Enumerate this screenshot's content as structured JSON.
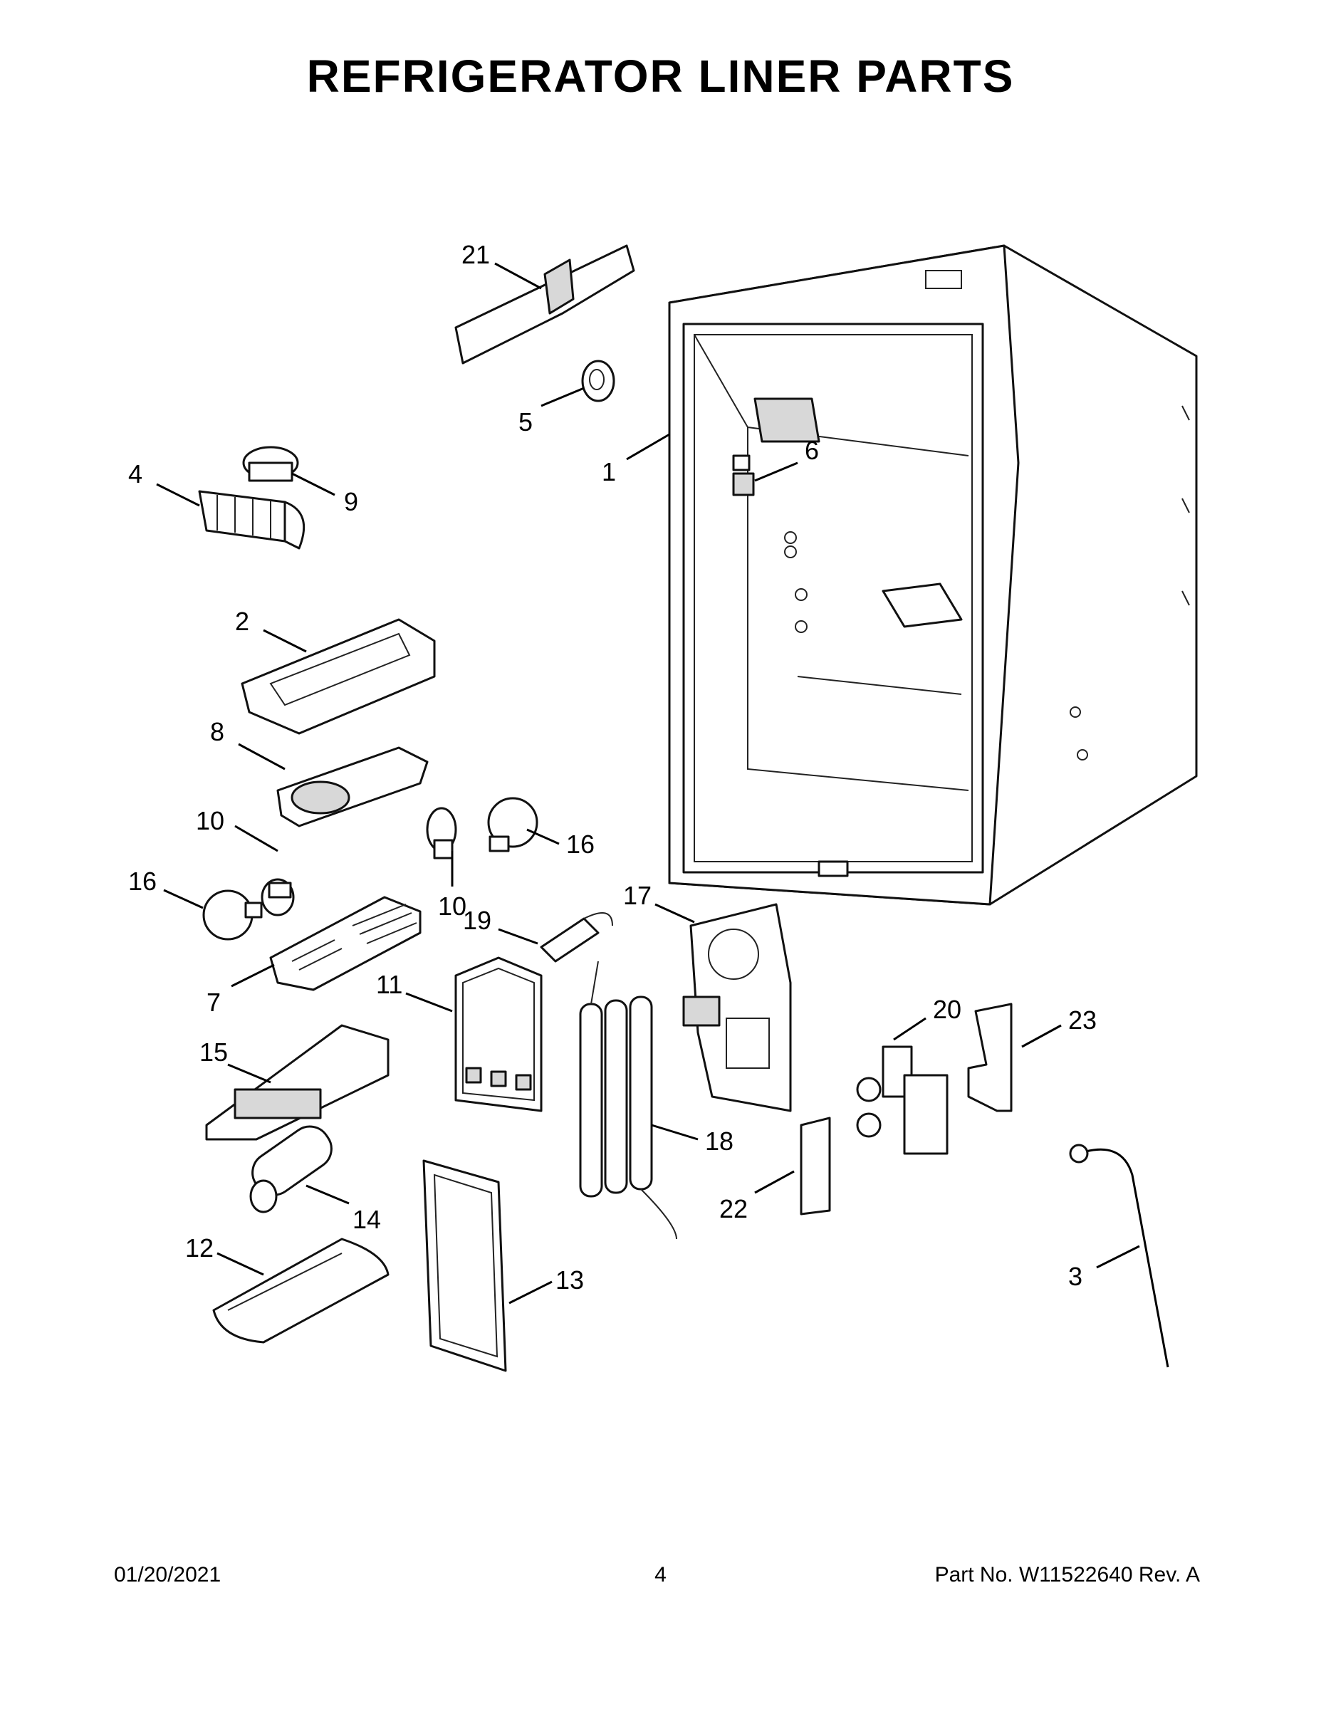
{
  "title": "REFRIGERATOR LINER PARTS",
  "footer": {
    "date": "01/20/2021",
    "page": "4",
    "part_no": "Part No.  W11522640   Rev.  A"
  },
  "callouts": [
    {
      "id": "c1",
      "label": "1"
    },
    {
      "id": "c2",
      "label": "2"
    },
    {
      "id": "c3",
      "label": "3"
    },
    {
      "id": "c4",
      "label": "4"
    },
    {
      "id": "c5",
      "label": "5"
    },
    {
      "id": "c6",
      "label": "6"
    },
    {
      "id": "c7",
      "label": "7"
    },
    {
      "id": "c8",
      "label": "8"
    },
    {
      "id": "c9",
      "label": "9"
    },
    {
      "id": "c10a",
      "label": "10"
    },
    {
      "id": "c10b",
      "label": "10"
    },
    {
      "id": "c11",
      "label": "11"
    },
    {
      "id": "c12",
      "label": "12"
    },
    {
      "id": "c13",
      "label": "13"
    },
    {
      "id": "c14",
      "label": "14"
    },
    {
      "id": "c15",
      "label": "15"
    },
    {
      "id": "c16a",
      "label": "16"
    },
    {
      "id": "c16b",
      "label": "16"
    },
    {
      "id": "c17",
      "label": "17"
    },
    {
      "id": "c18",
      "label": "18"
    },
    {
      "id": "c19",
      "label": "19"
    },
    {
      "id": "c20",
      "label": "20"
    },
    {
      "id": "c21",
      "label": "21"
    },
    {
      "id": "c22",
      "label": "22"
    },
    {
      "id": "c23",
      "label": "23"
    }
  ]
}
